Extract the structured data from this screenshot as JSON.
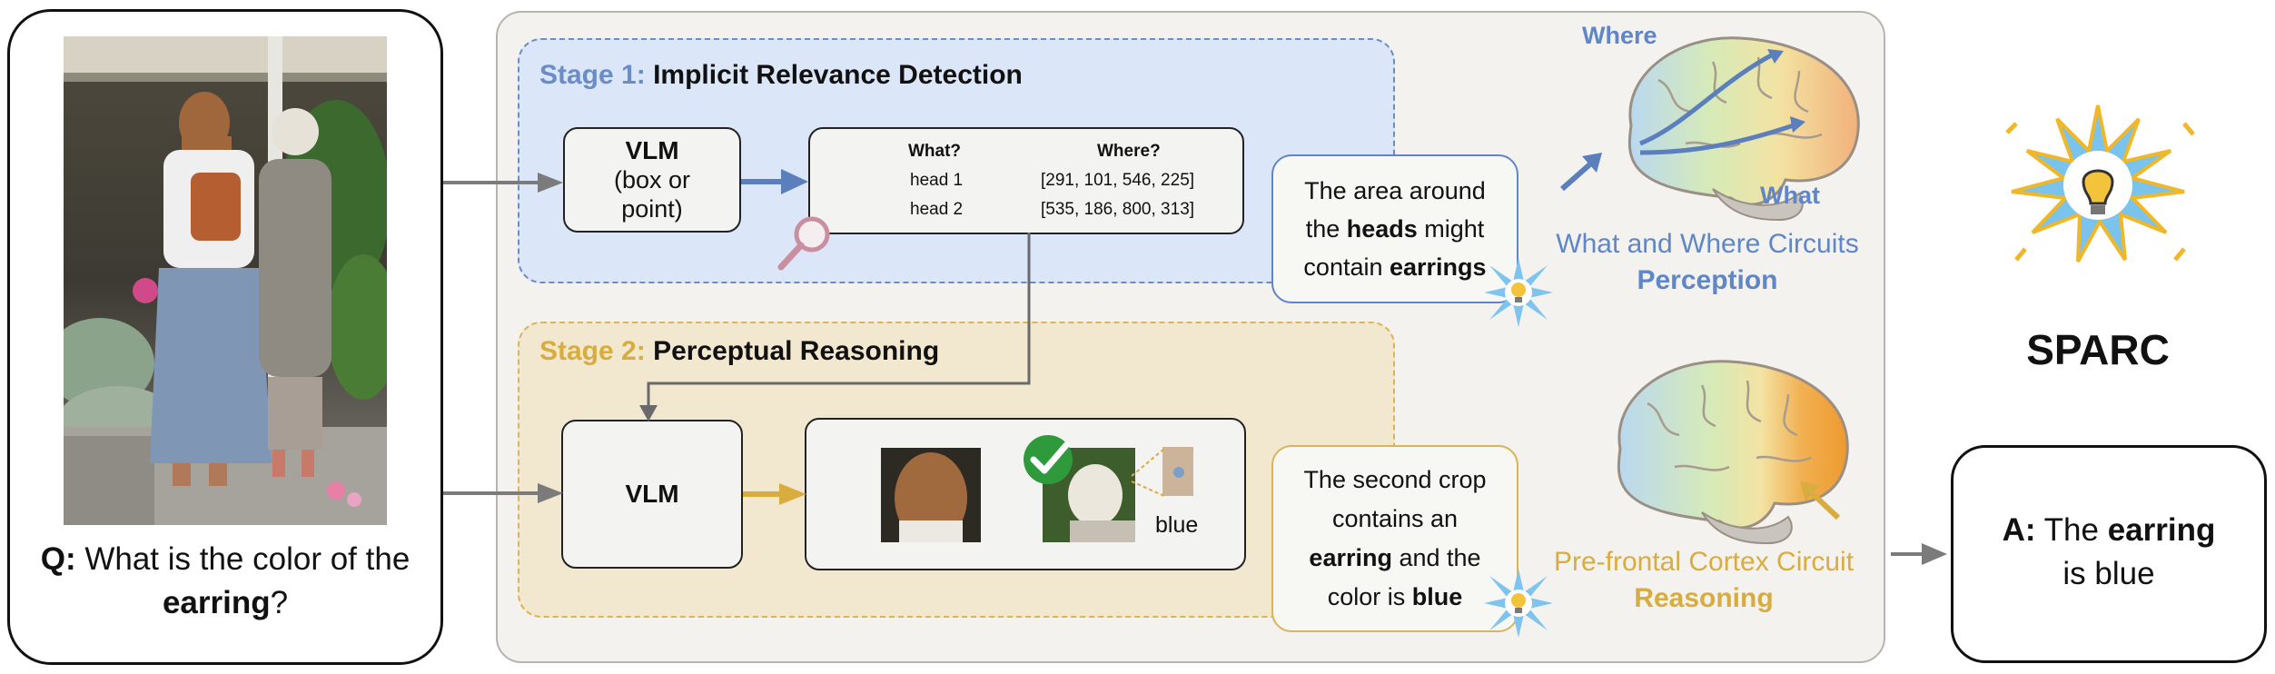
{
  "question": {
    "prefix": "Q:",
    "text_before": " What is the color of the ",
    "emph": "earring",
    "text_after": "?"
  },
  "stage1": {
    "label_num": "Stage 1:",
    "label_name": "Implicit Relevance Detection",
    "vlm_title": "VLM",
    "vlm_sub": "(box or point)",
    "table": {
      "headers": [
        "What?",
        "Where?"
      ],
      "rows": [
        {
          "what": "head 1",
          "where": "[291, 101, 546, 225]"
        },
        {
          "what": "head 2",
          "where": "[535, 186, 800, 313]"
        }
      ]
    },
    "bubble": {
      "p1": "The area around the ",
      "b1": "heads",
      "p2": " might contain ",
      "b2": "earrings"
    }
  },
  "stage2": {
    "label_num": "Stage 2:",
    "label_name": "Perceptual Reasoning",
    "vlm_title": "VLM",
    "crop_label": "blue",
    "bubble": {
      "p1": "The second crop contains an ",
      "b1": "earring",
      "p2": " and the color is ",
      "b2": "blue"
    }
  },
  "brain_top": {
    "where": "Where",
    "what": "What",
    "circuit": "What and Where Circuits",
    "role": "Perception"
  },
  "brain_bottom": {
    "circuit": "Pre-frontal Cortex Circuit",
    "role": "Reasoning"
  },
  "sparc": "SPARC",
  "answer": {
    "prefix": "A:",
    "p1": " The ",
    "emph": "earring",
    "p2": " is blue"
  },
  "colors": {
    "stage1_bg": "#dbe6f8",
    "stage1_border": "#6b8cc7",
    "stage2_bg": "#f2e7cf",
    "stage2_border": "#d9b45a",
    "blue_text": "#5f86c6",
    "gold_text": "#d8ac3f",
    "arrow_gray": "#7b7b7b",
    "blue_arrow": "#5b7fbd",
    "gold_arrow": "#d8ac3f"
  }
}
